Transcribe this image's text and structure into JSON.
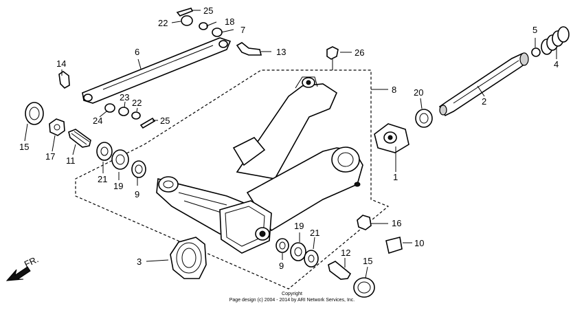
{
  "copyright": {
    "line1": "Copyright",
    "line2": "Page design (c) 2004 - 2014 by ARI Network Services, Inc."
  },
  "direction": {
    "label": "FR."
  },
  "parts": [
    {
      "num": "1"
    },
    {
      "num": "2"
    },
    {
      "num": "3"
    },
    {
      "num": "4"
    },
    {
      "num": "5"
    },
    {
      "num": "6"
    },
    {
      "num": "7"
    },
    {
      "num": "8"
    },
    {
      "num": "9"
    },
    {
      "num": "9"
    },
    {
      "num": "10"
    },
    {
      "num": "11"
    },
    {
      "num": "12"
    },
    {
      "num": "13"
    },
    {
      "num": "14"
    },
    {
      "num": "15"
    },
    {
      "num": "15"
    },
    {
      "num": "16"
    },
    {
      "num": "17"
    },
    {
      "num": "18"
    },
    {
      "num": "19"
    },
    {
      "num": "19"
    },
    {
      "num": "20"
    },
    {
      "num": "21"
    },
    {
      "num": "21"
    },
    {
      "num": "22"
    },
    {
      "num": "22"
    },
    {
      "num": "23"
    },
    {
      "num": "24"
    },
    {
      "num": "25"
    },
    {
      "num": "25"
    },
    {
      "num": "26"
    }
  ]
}
